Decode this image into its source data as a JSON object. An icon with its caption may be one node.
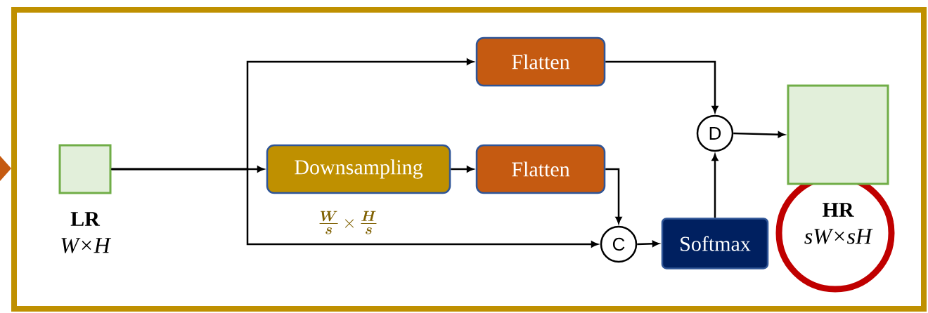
{
  "diagram": {
    "nodes": [
      {
        "text": [],
        "shape": "box",
        "beside": [
          "LR",
          "W×H"
        ]
      },
      {
        "text": [
          "Flatten"
        ]
      },
      {
        "text": [
          "Downsampling"
        ],
        "beside": [
          "\\frac{\\boldsymbol{W}}{\\boldsymbol{s}}\\times\\frac{\\boldsymbol{H}}{\\boldsymbol{s}}"
        ]
      },
      {
        "text": [
          "Flatten"
        ]
      },
      {
        "text": [
          "C"
        ]
      },
      {
        "text": [
          "D"
        ]
      },
      {
        "text": [
          "Softmax"
        ]
      },
      {
        "text": [],
        "shape": "box",
        "beside": [
          "HR",
          "sW×sH"
        ]
      }
    ],
    "edges": [
      {
        "from": 0,
        "to": 1,
        "arrow": "to"
      },
      {
        "from": 0,
        "to": 2,
        "arrow": "to"
      },
      {
        "from": 0,
        "to": 4,
        "arrow": "to"
      },
      {
        "from": 2,
        "to": 3,
        "arrow": "to"
      },
      {
        "from": 1,
        "to": 5,
        "arrow": "to"
      },
      {
        "from": 3,
        "to": 4,
        "arrow": "to"
      },
      {
        "from": 4,
        "to": 6,
        "arrow": "to"
      },
      {
        "from": 6,
        "to": 5,
        "arrow": "to"
      },
      {
        "from": 5,
        "to": 7,
        "arrow": "to"
      }
    ]
  }
}
